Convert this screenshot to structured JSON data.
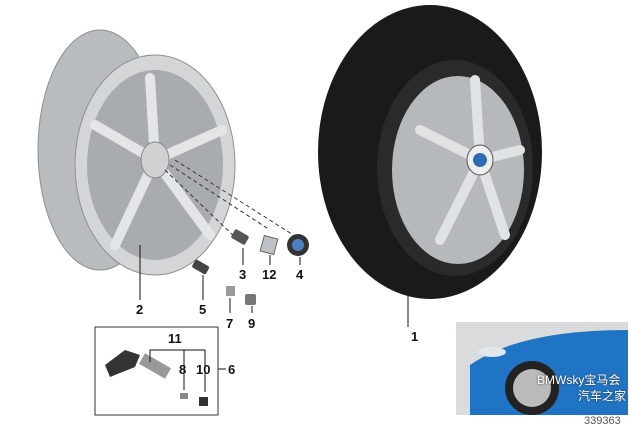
{
  "callouts": {
    "complete_wheel": "1",
    "rim": "2",
    "wheel_bolt": "3",
    "hub_cap": "4",
    "valve": "5",
    "tpms_sensor": "6",
    "valve_core": "7",
    "valve_insert": "8",
    "valve_cap": "9",
    "cap_nut": "10",
    "tpms_kit": "11",
    "badge": "12"
  },
  "photo": {
    "watermark_line1": "BMWsky宝马会",
    "watermark_line2": "汽车之家",
    "diagram_number": "339363"
  },
  "colors": {
    "car_blue": "#1f74c4",
    "tire": "#1a1a1a",
    "rim": "#c8cacc"
  }
}
